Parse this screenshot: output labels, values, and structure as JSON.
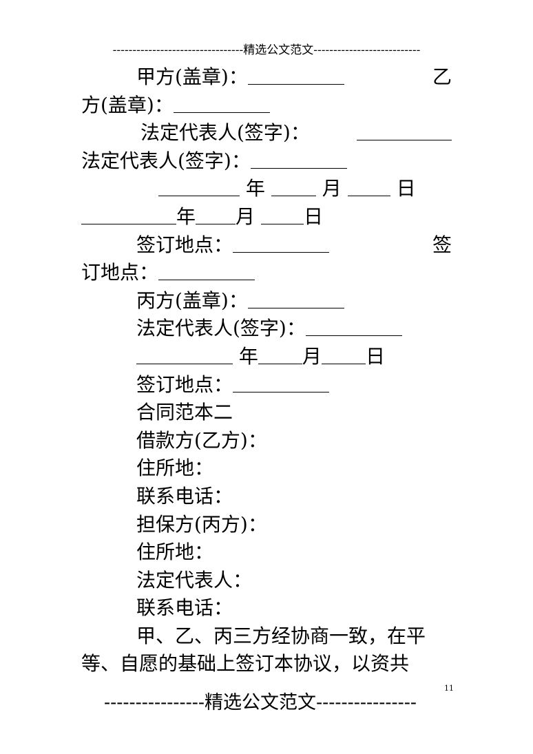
{
  "header": {
    "text": "---------------------------------精选公文范文---------------------------"
  },
  "lines": {
    "l1_left": "甲方(盖章)：",
    "l1_right": "乙",
    "l2": "方(盖章)：",
    "l3": "法定代表人(签字)：",
    "l4": "法定代表人(签字)：",
    "year": "年",
    "month": "月",
    "day": "日",
    "place_left": "签订地点：",
    "place_right": "签",
    "place_cont": "订地点：",
    "bing": "丙方(盖章)：",
    "bing_rep": "法定代表人(签字)：",
    "bing_place": "签订地点：",
    "sample": "合同范本二",
    "borrower": "借款方(乙方)：",
    "address1": "住所地：",
    "phone1": "联系电话：",
    "guarantor": "担保方(丙方)：",
    "address2": "住所地：",
    "rep": "法定代表人：",
    "phone2": "联系电话：",
    "para1": "甲、乙、丙三方经协商一致，在平",
    "para2": "等、自愿的基础上签订本协议，以资共"
  },
  "footer": {
    "text": "----------------精选公文范文----------------",
    "page": "11"
  }
}
